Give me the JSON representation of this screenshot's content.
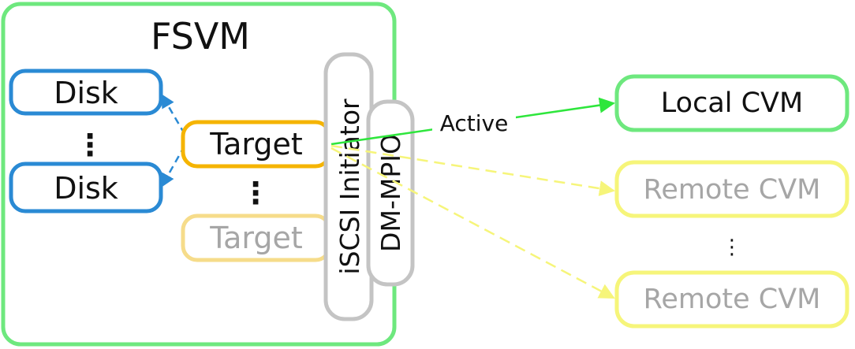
{
  "fsvm": {
    "title": "FSVM"
  },
  "disks": [
    {
      "label": "Disk"
    },
    {
      "label": "Disk"
    }
  ],
  "targets": [
    {
      "label": "Target",
      "state": "active"
    },
    {
      "label": "Target",
      "state": "inactive"
    }
  ],
  "ellipsis": "⋮",
  "iscsi_initiator": {
    "label": "iSCSI Initiator"
  },
  "dm_mpio": {
    "label": "DM-MPIO"
  },
  "cvms": {
    "local": {
      "label": "Local CVM"
    },
    "remote": [
      {
        "label": "Remote CVM"
      },
      {
        "label": "Remote CVM"
      }
    ]
  },
  "links": {
    "active_label": "Active"
  },
  "colors": {
    "fsvm_border": "#6ee87e",
    "disk_border": "#2a8ad4",
    "target_active": "#f5b400",
    "target_inactive": "#f6dc8a",
    "gray_border": "#c4c4c4",
    "local_cvm_border": "#6ee87e",
    "remote_cvm_border": "#f6f57a",
    "active_line": "#2ee63c",
    "inactive_line": "#f6f57a",
    "dashed_blue": "#2a8ad4",
    "text_dark": "#111111",
    "text_muted": "#a6a6a6"
  }
}
